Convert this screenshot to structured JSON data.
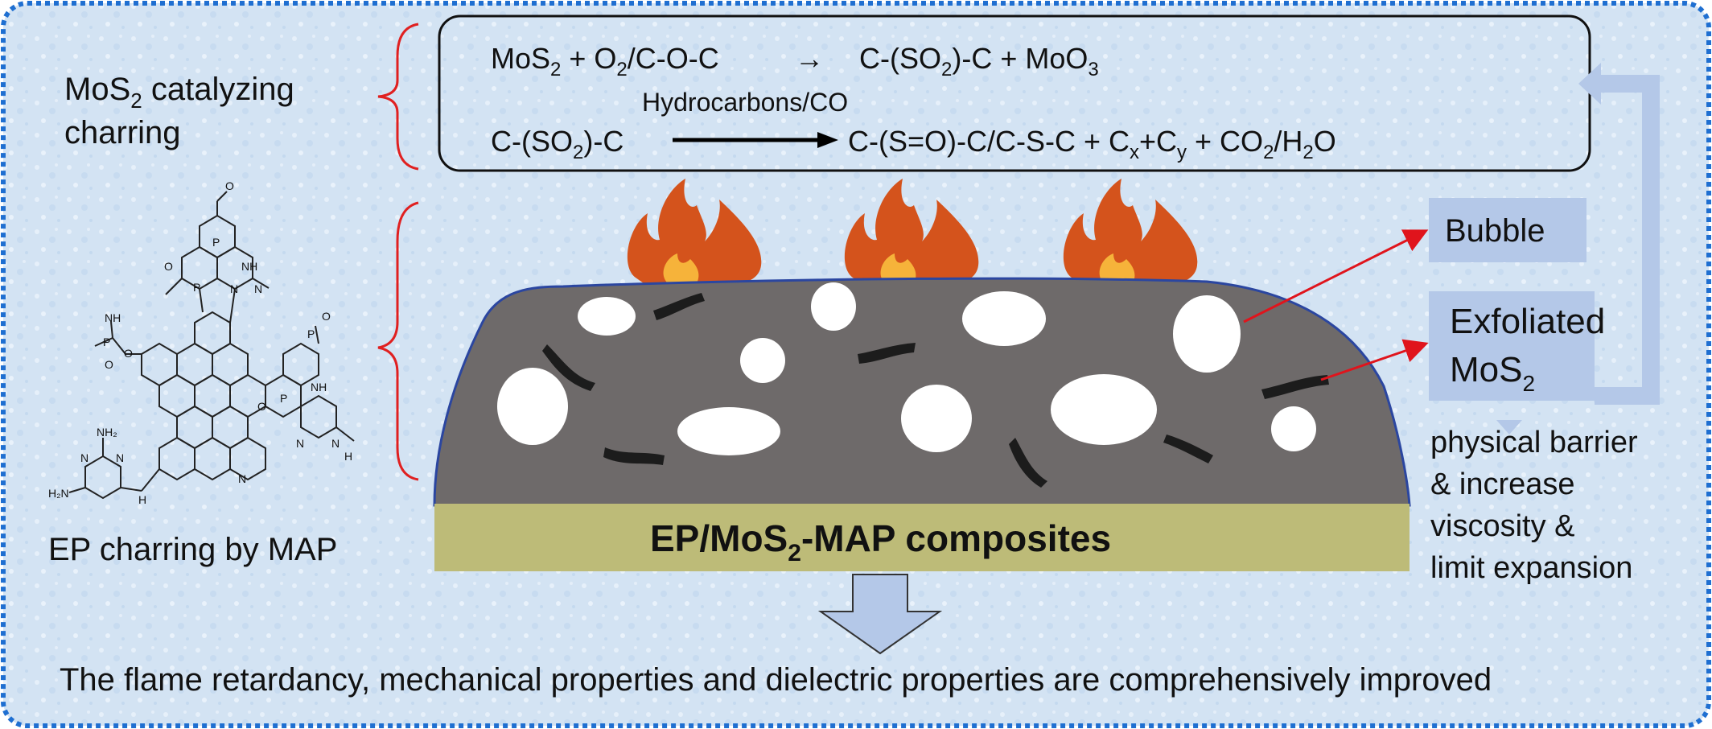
{
  "left": {
    "catalyze_label_line1_main": "MoS",
    "catalyze_label_line1_sub": "2",
    "catalyze_label_line1_rest": " catalyzing",
    "catalyze_label_line2": "charring",
    "map_caption": "EP charring by MAP"
  },
  "molecule_atoms": {
    "p": "P",
    "o": "O",
    "n": "N",
    "nh": "NH",
    "h2n": "H₂N",
    "nh2": "NH₂",
    "h": "H"
  },
  "equations": {
    "eq1_a": "MoS",
    "eq1_a_sub": "2",
    "eq1_b": " + O",
    "eq1_b_sub": "2",
    "eq1_c": "/C-O-C",
    "eq1_arrow": "→",
    "eq1_d": "C-(SO",
    "eq1_d_sub": "2",
    "eq1_e": ")-C + MoO",
    "eq1_e_sub": "3",
    "eq2_above": "Hydrocarbons/CO",
    "eq2_left": "C-(SO",
    "eq2_left_sub": "2",
    "eq2_left_end": ")-C",
    "eq2_r1": "C-(S=O)-C/C-S-C + C",
    "eq2_r1_sub": "x",
    "eq2_r2": "+C",
    "eq2_r2_sub": "y",
    "eq2_r3": " + CO",
    "eq2_r3_sub": "2",
    "eq2_r4": "/H",
    "eq2_r4_sub": "2",
    "eq2_r5": "O"
  },
  "composite": {
    "label_a": "EP/MoS",
    "label_sub": "2",
    "label_b": "-MAP composites"
  },
  "right": {
    "bubble_label": "Bubble",
    "mos2_line1": "Exfoliated",
    "mos2_line2_main": "MoS",
    "mos2_line2_sub": "2",
    "barrier_lines": [
      "physical barrier",
      "& increase",
      "viscosity &",
      "limit expansion"
    ]
  },
  "conclusion": "The flame retardancy, mechanical properties and dielectric properties are comprehensively improved",
  "colors": {
    "frame_border": "#1f6fd1",
    "background": "#d6e6f5",
    "char_layer": "#6e6a6a",
    "base_layer": "#bdbb78",
    "flame_outer": "#d4531c",
    "flame_inner": "#f6b33a",
    "label_box": "#b4c8e8",
    "brace": "#e02020",
    "pointer_arrow": "#e0141c"
  }
}
